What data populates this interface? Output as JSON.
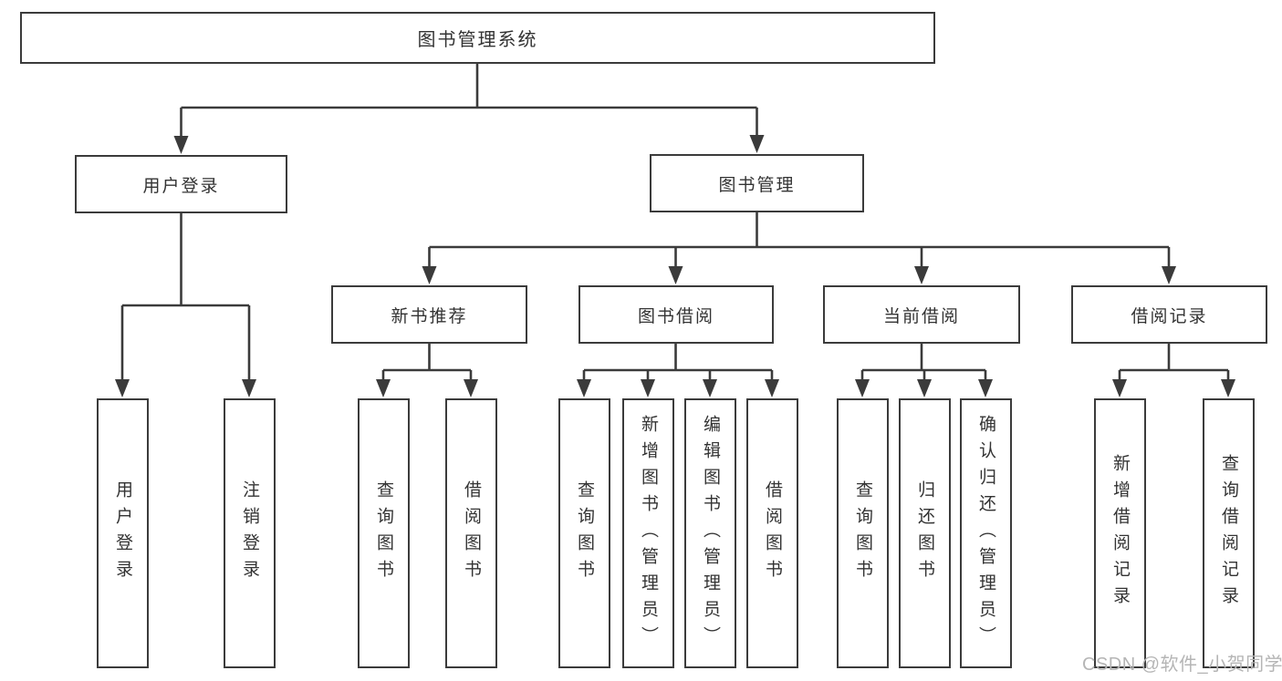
{
  "diagram": {
    "root": {
      "label": "图书管理系统"
    },
    "branches": [
      {
        "label": "用户登录",
        "children": [
          {
            "label": "用户登录"
          },
          {
            "label": "注销登录"
          }
        ]
      },
      {
        "label": "图书管理",
        "children": [
          {
            "label": "新书推荐",
            "children": [
              {
                "label": "查询图书"
              },
              {
                "label": "借阅图书"
              }
            ]
          },
          {
            "label": "图书借阅",
            "children": [
              {
                "label": "查询图书"
              },
              {
                "label": "新增图书（管理员）"
              },
              {
                "label": "编辑图书（管理员）"
              },
              {
                "label": "借阅图书"
              }
            ]
          },
          {
            "label": "当前借阅",
            "children": [
              {
                "label": "查询图书"
              },
              {
                "label": "归还图书"
              },
              {
                "label": "确认归还（管理员）"
              }
            ]
          },
          {
            "label": "借阅记录",
            "children": [
              {
                "label": "新增借阅记录"
              },
              {
                "label": "查询借阅记录"
              }
            ]
          }
        ]
      }
    ]
  },
  "watermark": {
    "text": "CSDN @软件_小贺同学"
  },
  "colors": {
    "line": "#3b3b3b",
    "box_border": "#3b3b3b",
    "box_fill": "#ffffff",
    "text": "#333333",
    "background": "#ffffff",
    "watermark": "#b5b5b5"
  }
}
